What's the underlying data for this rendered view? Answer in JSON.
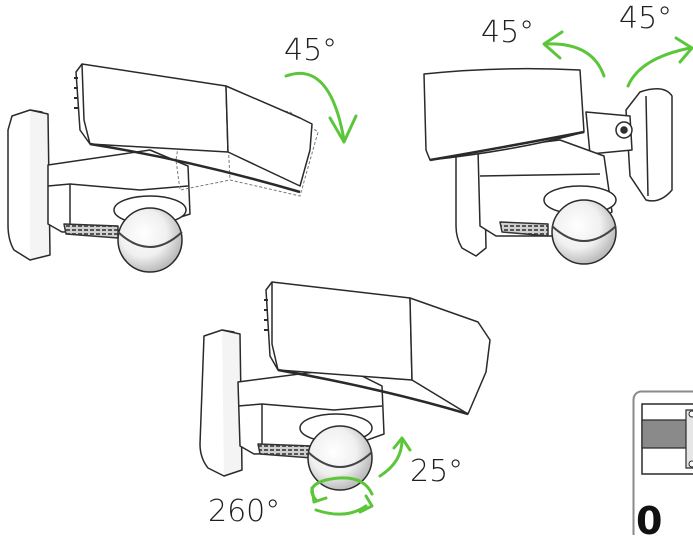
{
  "annotations": {
    "tilt_down": "45°",
    "pan_left": "45°",
    "pan_right": "45°",
    "dome_tilt": "25°",
    "dome_rotate": "260°"
  },
  "inset": {
    "partial_text": "0"
  },
  "colors": {
    "arrow": "#5cc63a",
    "outline": "#2a2a2a",
    "ghost": "#8a8a8a",
    "lens": "#3a3a3a",
    "vent": "#4a4a4a"
  },
  "icons": {
    "arrow": "curved-arrow-icon",
    "inset": "mounting-bracket-icon"
  }
}
